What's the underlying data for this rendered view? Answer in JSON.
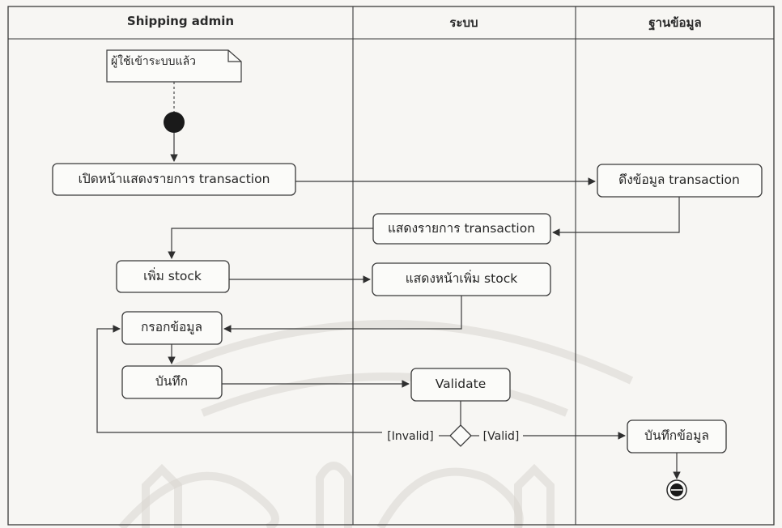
{
  "lanes": [
    "Shipping admin",
    "ระบบ",
    "ฐานข้อมูล"
  ],
  "note": "ผู้ใช้เข้าระบบแล้ว",
  "actions": {
    "open_page": "เปิดหน้าแสดงรายการ transaction",
    "fetch_data": "ดึงข้อมูล transaction",
    "show_list": "แสดงรายการ transaction",
    "add_stock": "เพิ่ม stock",
    "show_add_page": "แสดงหน้าเพิ่ม stock",
    "fill_data": "กรอกข้อมูล",
    "save": "บันทึก",
    "validate": "Validate",
    "save_data": "บันทึกข้อมูล"
  },
  "guards": {
    "invalid": "[Invalid]",
    "valid": "[Valid]"
  }
}
